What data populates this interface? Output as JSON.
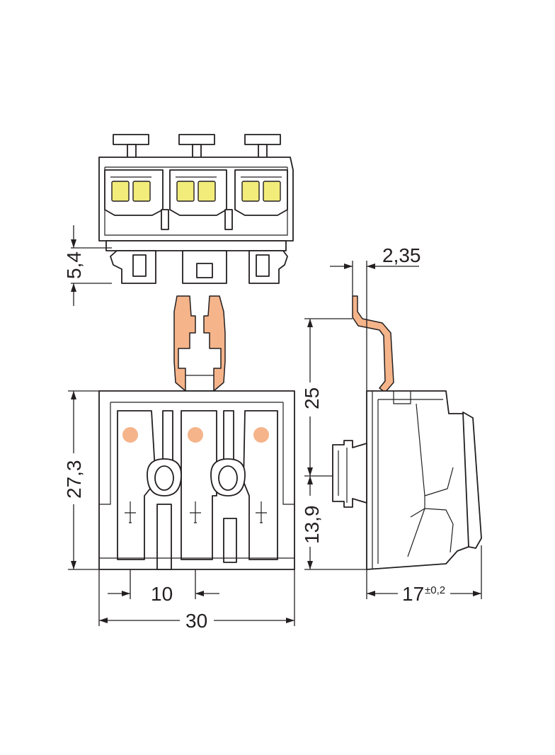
{
  "dimensions": {
    "top_clip_height": "5,4",
    "pin_thickness": "2,35",
    "pin_height": "25",
    "housing_height": "27,3",
    "lower_height": "13,9",
    "pitch": "10",
    "width": "30",
    "depth": "17",
    "depth_tolerance": "±0,2"
  },
  "colors": {
    "outline": "#231f20",
    "contact_pin": "#f5b48a",
    "release_button": "#f2ec7a"
  }
}
